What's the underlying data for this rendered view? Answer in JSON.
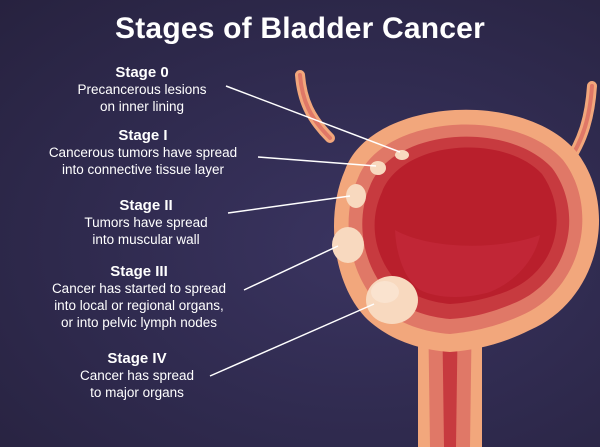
{
  "title": "Stages of Bladder Cancer",
  "stages": [
    {
      "name": "Stage 0",
      "line1": "Precancerous lesions",
      "line2": "on inner lining"
    },
    {
      "name": "Stage I",
      "line1": "Cancerous tumors have spread",
      "line2": "into connective tissue layer"
    },
    {
      "name": "Stage II",
      "line1": "Tumors have spread",
      "line2": "into muscular wall"
    },
    {
      "name": "Stage III",
      "line1": "Cancer has started to spread",
      "line2": "into local or regional organs,",
      "line3": "or into pelvic lymph nodes"
    },
    {
      "name": "Stage IV",
      "line1": "Cancer has spread",
      "line2": "to major organs"
    }
  ],
  "colors": {
    "background": "#2f2a4e",
    "outer_wall": "#f2a77c",
    "muscle_layer": "#e07867",
    "inner_lining": "#c73a3f",
    "interior": "#b91f2c",
    "tumor": "#f8d9bf",
    "leader_line": "#ffffff"
  }
}
